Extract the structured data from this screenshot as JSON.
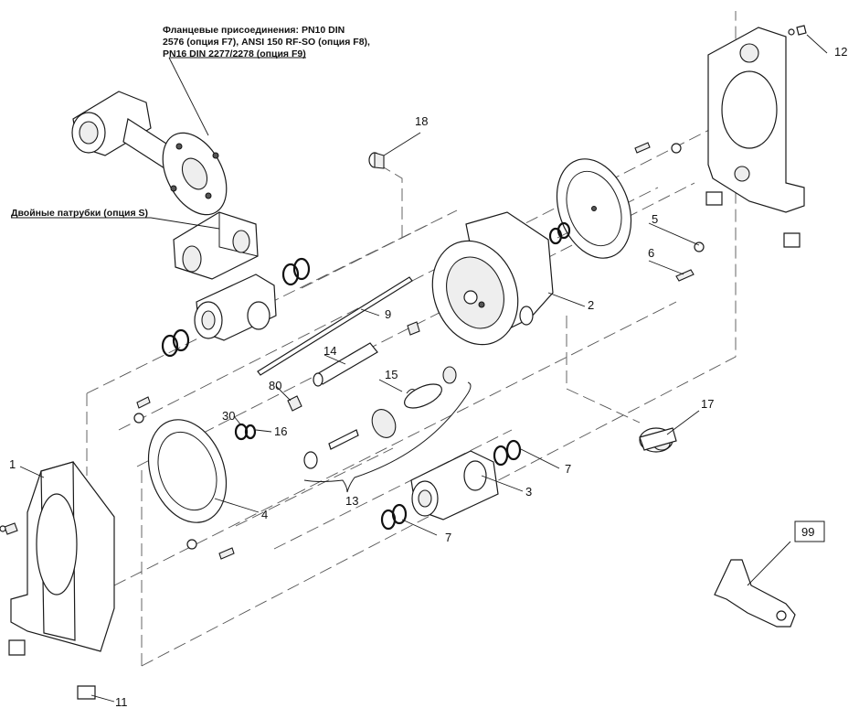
{
  "notes": {
    "flange_line1": "Фланцевые присоединения: PN10 DIN",
    "flange_line2": "2576 (опция F7), ANSI 150 RF-SO (опция F8),",
    "flange_line3": "PN16 DIN 2277/2278 (опция F9)",
    "double_ports": "Двойные патрубки (опция S)"
  },
  "callouts": {
    "c1": "1",
    "c2": "2",
    "c3": "3",
    "c4": "4",
    "c5": "5",
    "c6": "6",
    "c7a": "7",
    "c7b": "7",
    "c9": "9",
    "c11": "11",
    "c12": "12",
    "c13": "13",
    "c14": "14",
    "c15": "15",
    "c16": "16",
    "c17": "17",
    "c18": "18",
    "c30": "30",
    "c80": "80",
    "c99": "99"
  }
}
